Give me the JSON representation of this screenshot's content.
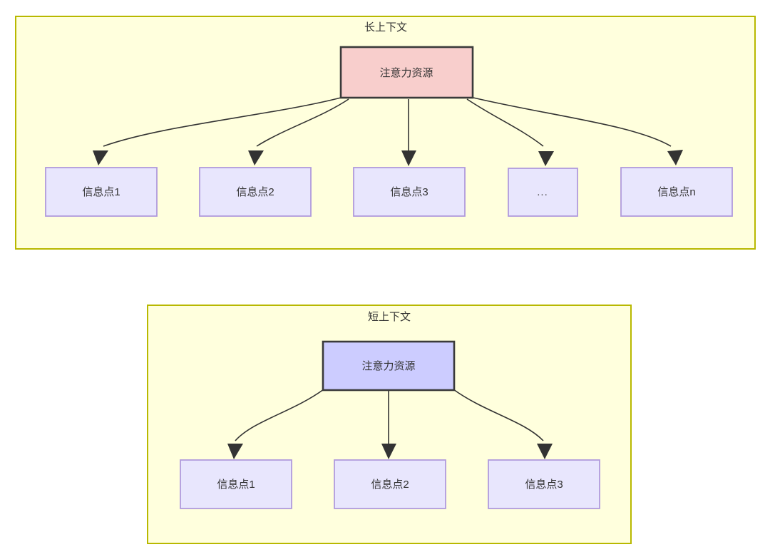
{
  "diagram": {
    "title_hidden": "",
    "colors": {
      "panel_fill": "#ffffdd",
      "panel_stroke": "#b8b800",
      "root_long_fill": "#f8cecc",
      "root_short_fill": "#ccccff",
      "root_stroke": "#3a3a3a",
      "leaf_fill": "#e8e6fd",
      "leaf_stroke": "#b09adc",
      "edge_stroke": "#333333",
      "text": "#333333"
    },
    "panels": [
      {
        "id": "long-context",
        "title": "长上下文",
        "root": {
          "label": "注意力资源",
          "style": "red"
        },
        "leaves": [
          {
            "label": "信息点1"
          },
          {
            "label": "信息点2"
          },
          {
            "label": "信息点3"
          },
          {
            "label": "..."
          },
          {
            "label": "信息点n"
          }
        ]
      },
      {
        "id": "short-context",
        "title": "短上下文",
        "root": {
          "label": "注意力资源",
          "style": "blue"
        },
        "leaves": [
          {
            "label": "信息点1"
          },
          {
            "label": "信息点2"
          },
          {
            "label": "信息点3"
          }
        ]
      }
    ]
  }
}
